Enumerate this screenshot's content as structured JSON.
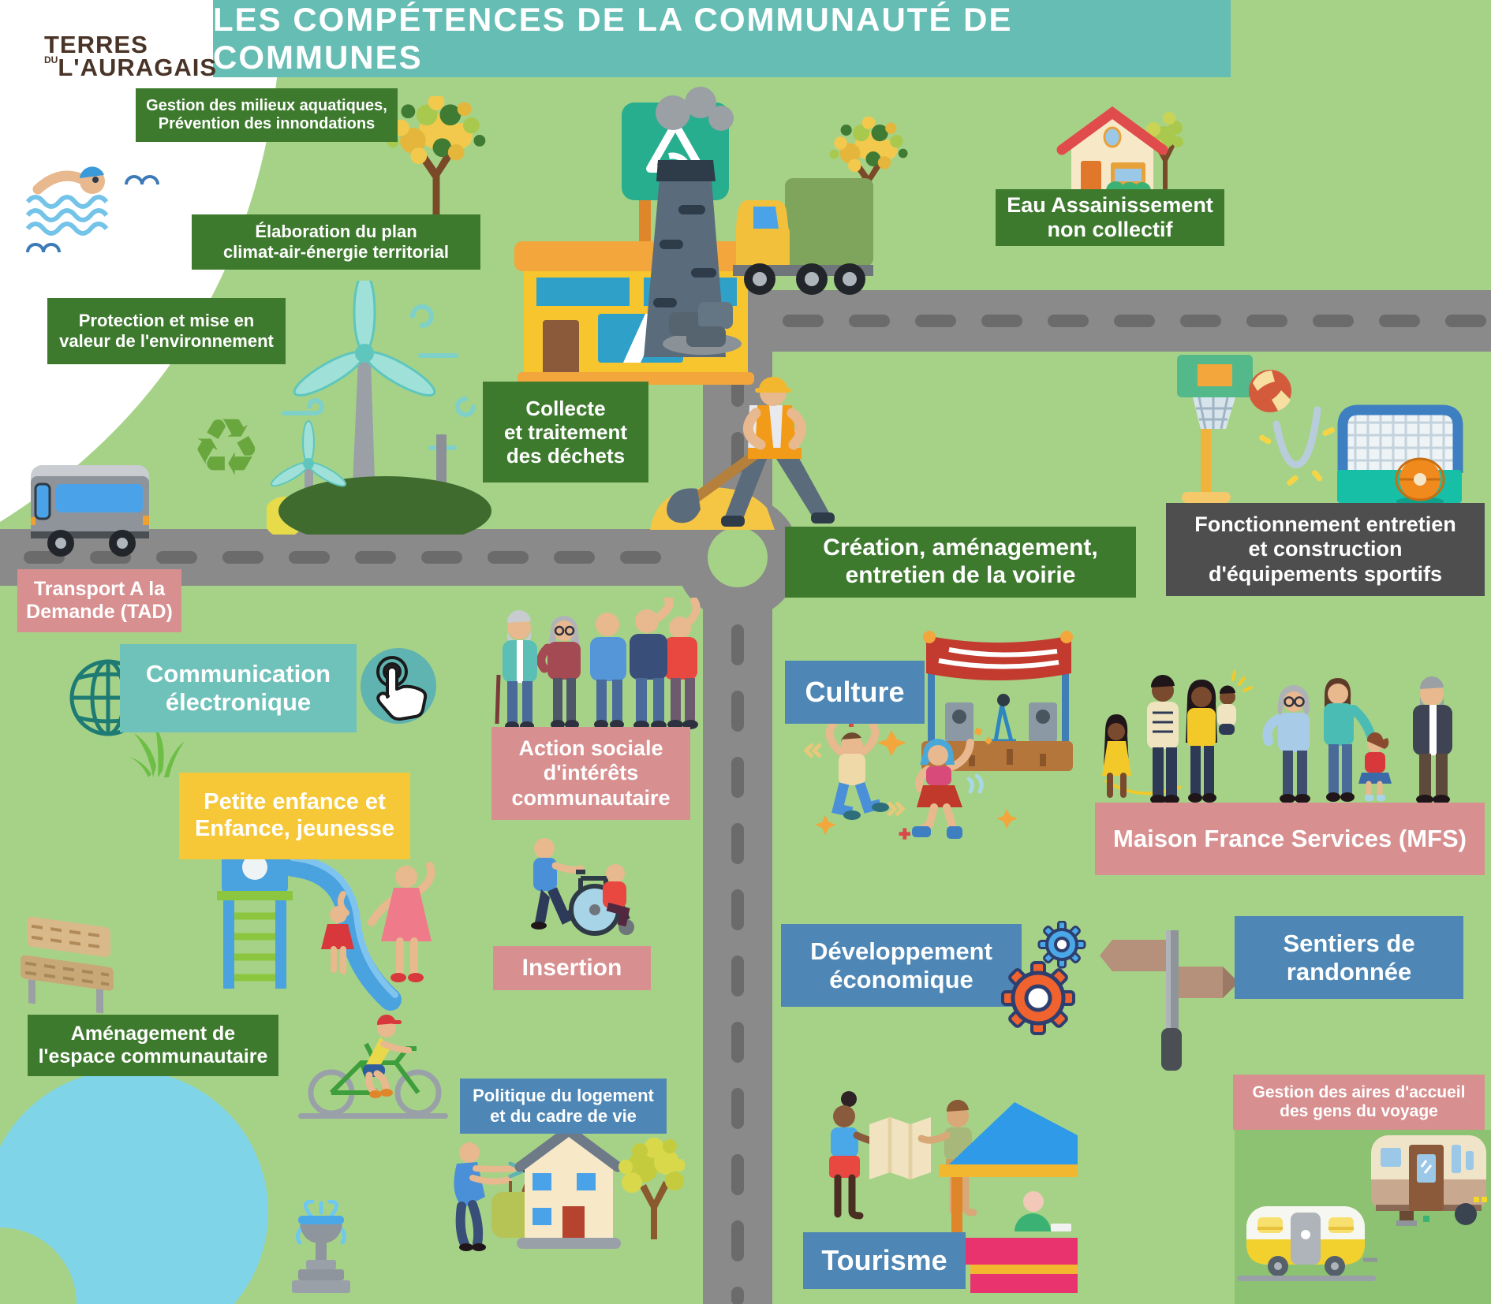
{
  "title": "LES COMPÉTENCES DE LA COMMUNAUTÉ DE COMMUNES",
  "logo": {
    "terres": "TERRES",
    "du": "DU",
    "auragais": "L'AURAGAIS"
  },
  "labels": {
    "gemapi": "Gestion des milieux aquatiques,\nPrévention des innondations",
    "plan_climat": "Élaboration du plan\nclimat-air-énergie territorial",
    "environnement": "Protection et mise en\nvaleur de l'environnement",
    "dechets": "Collecte\net traitement\ndes déchets",
    "eau": "Eau Assainissement\nnon collectif",
    "voirie": "Création, aménagement,\nentretien de la voirie",
    "sportifs": "Fonctionnement entretien\net construction\nd'équipements sportifs",
    "tad": "Transport A la\nDemande (TAD)",
    "communication": "Communication\nélectronique",
    "action_sociale": "Action sociale\nd'intérêts\ncommunautaire",
    "culture": "Culture",
    "petite_enfance": "Petite enfance et\nEnfance, jeunesse",
    "mfs": "Maison France Services (MFS)",
    "insertion": "Insertion",
    "dev_eco": "Développement\néconomique",
    "sentiers": "Sentiers de\nrandonnée",
    "amenagement": "Aménagement de\nl'espace communautaire",
    "logement": "Politique du logement\net du cadre de vie",
    "tourisme": "Tourisme",
    "gens_voyage": "Gestion des aires d'accueil\ndes gens du voyage"
  },
  "colors": {
    "background_green": "#a6d288",
    "label_green": "#3e7a2e",
    "label_pink": "#d88f90",
    "label_blue": "#4e87b5",
    "label_teal": "#6fc2ba",
    "label_yellow": "#f6c838",
    "label_gray": "#4e4e4e",
    "banner_teal": "#66bdb3",
    "road_gray": "#8a8a8a",
    "pond_blue": "#7fd4e8"
  },
  "icons": [
    "swimmer-icon",
    "waves-icon",
    "tree-icon",
    "wind-turbine-icon",
    "recycle-icon",
    "bus-icon",
    "recycling-center-icon",
    "factory-icon",
    "garbage-truck-icon",
    "house-icon",
    "road",
    "roundabout",
    "road-worker-icon",
    "basketball-hoop-icon",
    "goal-icon",
    "click-hand-icon",
    "globe-icon",
    "grass-icon",
    "people-group-icon",
    "stage-icon",
    "dancers-icon",
    "family-icon",
    "playground-icon",
    "bench-icon",
    "wheelchair-icon",
    "gears-icon",
    "signpost-icon",
    "map-tourists-icon",
    "info-stand-icon",
    "gardener-icon",
    "fountain-icon",
    "cyclist-icon",
    "caravan-icon"
  ]
}
